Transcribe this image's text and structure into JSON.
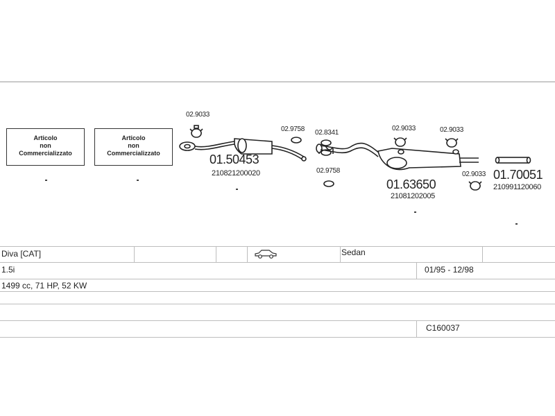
{
  "not_available_boxes": [
    {
      "line1": "Articolo",
      "line2": "non",
      "line3": "Commercializzato"
    },
    {
      "line1": "Articolo",
      "line2": "non",
      "line3": "Commercializzato"
    }
  ],
  "parts": {
    "clamp_1": "02.9033",
    "front_pipe_number": "01.50453",
    "front_pipe_oe": "210821200020",
    "gasket_1": "02.9758",
    "clamp_2": "02.8341",
    "gasket_2": "02.9758",
    "clamp_3": "02.9033",
    "clamp_4": "02.9033",
    "rear_muffler_number": "01.63650",
    "rear_muffler_oe": "21081202005",
    "clamp_5": "02.9033",
    "tailpipe_number": "01.70051",
    "tailpipe_oe": "210991120060"
  },
  "vehicle": {
    "model": "Diva  [CAT]",
    "body": "Sedan",
    "engine": "1.5i",
    "years": "01/95 - 12/98",
    "specs": "1499 cc, 71 HP, 52 KW",
    "kit_code": "C160037"
  },
  "icons": [
    "car-icon"
  ]
}
